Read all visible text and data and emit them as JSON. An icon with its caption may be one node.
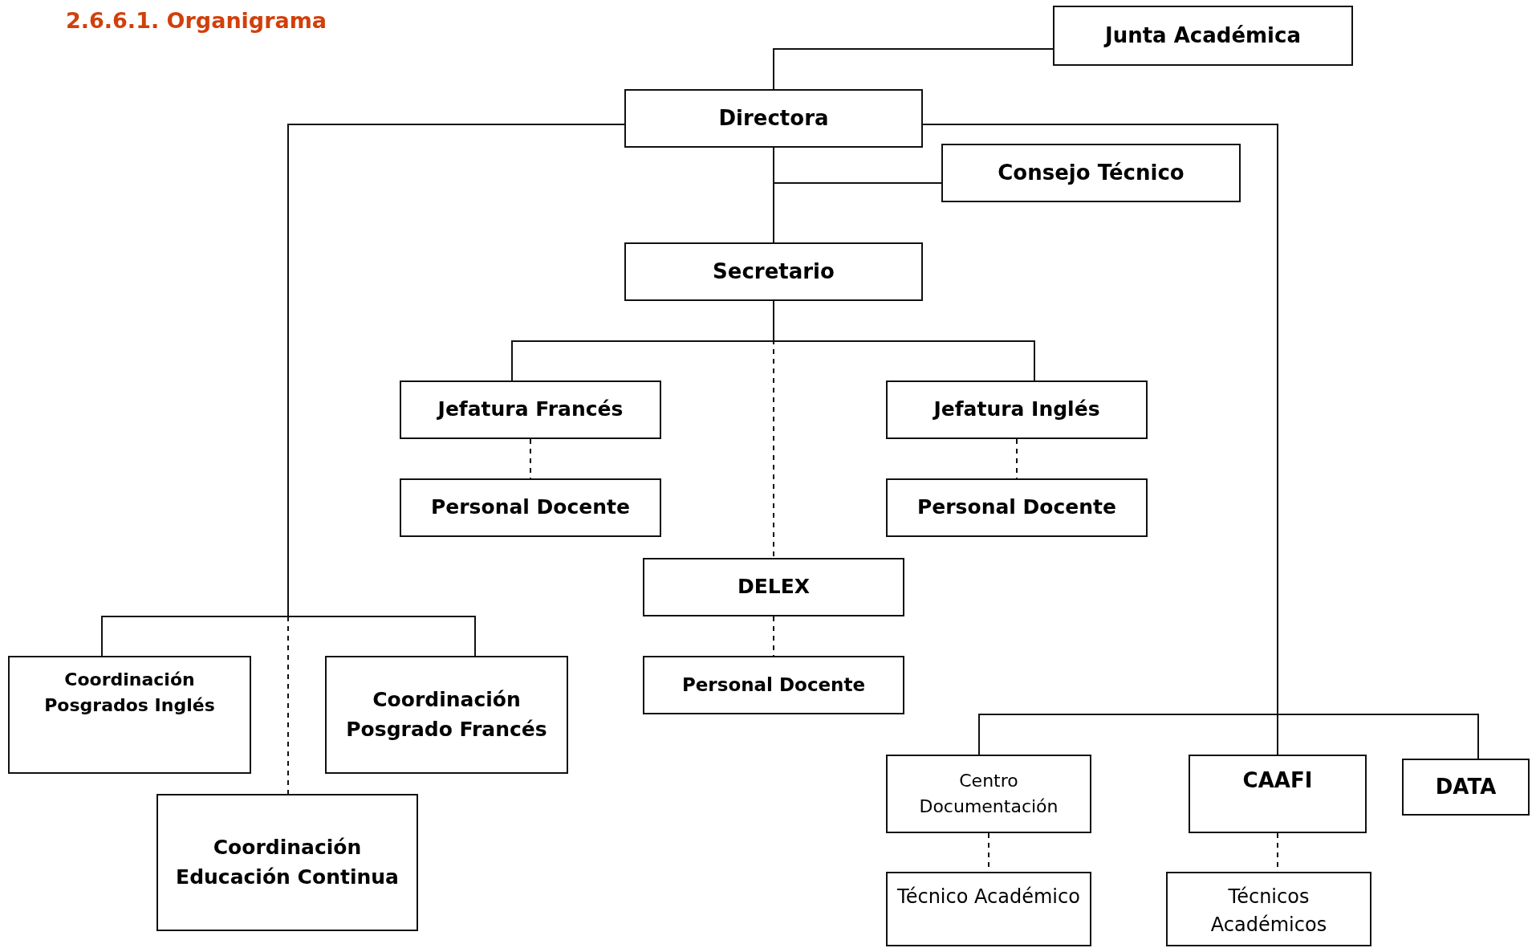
{
  "diagram": {
    "title": "2.6.6.1. Organigrama",
    "nodes": [
      {
        "text": [
          "Junta Académica"
        ]
      },
      {
        "text": [
          "Directora"
        ]
      },
      {
        "text": [
          "Consejo Técnico"
        ]
      },
      {
        "text": [
          "Secretario"
        ]
      },
      {
        "text": [
          "Jefatura Francés"
        ]
      },
      {
        "text": [
          "Personal Docente"
        ]
      },
      {
        "text": [
          "Jefatura Inglés"
        ]
      },
      {
        "text": [
          "Personal Docente"
        ]
      },
      {
        "text": [
          "DELEX"
        ]
      },
      {
        "text": [
          "Personal Docente"
        ]
      },
      {
        "text": [
          "Coordinación Posgrados Inglés"
        ]
      },
      {
        "text": [
          "Coordinación Posgrado Francés"
        ]
      },
      {
        "text": [
          "Coordinación Educación Continua"
        ]
      },
      {
        "text": [
          "Centro Documentación"
        ]
      },
      {
        "text": [
          "CAAFI"
        ]
      },
      {
        "text": [
          "DATA"
        ]
      },
      {
        "text": [
          "Técnico Académico"
        ]
      },
      {
        "text": [
          "Técnicos Académicos"
        ]
      }
    ],
    "edges": [
      {
        "from": 0,
        "to": 1,
        "arrow": "none"
      },
      {
        "from": 1,
        "to": 2,
        "arrow": "none"
      },
      {
        "from": 1,
        "to": 3,
        "arrow": "none"
      },
      {
        "from": 3,
        "to": 4,
        "arrow": "none"
      },
      {
        "from": 3,
        "to": 6,
        "arrow": "none"
      },
      {
        "from": 3,
        "to": 8,
        "arrow": "none",
        "style": "dashed"
      },
      {
        "from": 4,
        "to": 5,
        "arrow": "none",
        "style": "dashed"
      },
      {
        "from": 6,
        "to": 7,
        "arrow": "none",
        "style": "dashed"
      },
      {
        "from": 8,
        "to": 9,
        "arrow": "none",
        "style": "dashed"
      },
      {
        "from": 1,
        "to": 10,
        "arrow": "none"
      },
      {
        "from": 1,
        "to": 11,
        "arrow": "none"
      },
      {
        "from": 1,
        "to": 12,
        "arrow": "none",
        "style": "dashed"
      },
      {
        "from": 1,
        "to": 13,
        "arrow": "none"
      },
      {
        "from": 1,
        "to": 14,
        "arrow": "none"
      },
      {
        "from": 1,
        "to": 15,
        "arrow": "none"
      },
      {
        "from": 13,
        "to": 16,
        "arrow": "none",
        "style": "dashed"
      },
      {
        "from": 14,
        "to": 17,
        "arrow": "none",
        "style": "dashed"
      }
    ]
  }
}
